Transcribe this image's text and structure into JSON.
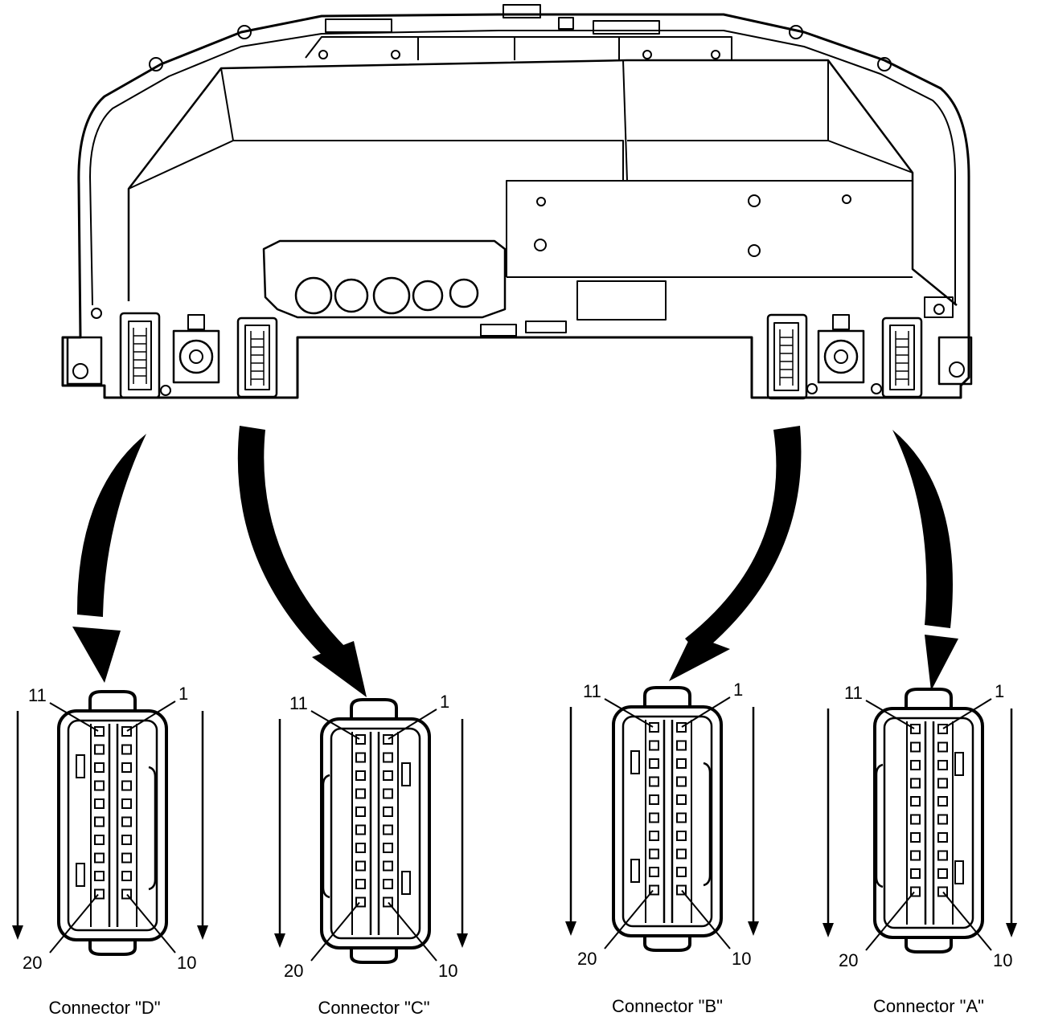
{
  "diagram": {
    "colors": {
      "ink": "#000000",
      "paper": "#ffffff"
    },
    "connectors": [
      {
        "id": "D",
        "label": "Connector \"D\"",
        "pin_first_row_start": "11",
        "pin_first_row_end": "20",
        "pin_second_row_start": "1",
        "pin_second_row_end": "10"
      },
      {
        "id": "C",
        "label": "Connector \"C\"",
        "pin_first_row_start": "11",
        "pin_first_row_end": "20",
        "pin_second_row_start": "1",
        "pin_second_row_end": "10"
      },
      {
        "id": "B",
        "label": "Connector \"B\"",
        "pin_first_row_start": "11",
        "pin_first_row_end": "20",
        "pin_second_row_start": "1",
        "pin_second_row_end": "10"
      },
      {
        "id": "A",
        "label": "Connector \"A\"",
        "pin_first_row_start": "11",
        "pin_first_row_end": "20",
        "pin_second_row_start": "1",
        "pin_second_row_end": "10"
      }
    ],
    "pins_per_row": 10
  }
}
